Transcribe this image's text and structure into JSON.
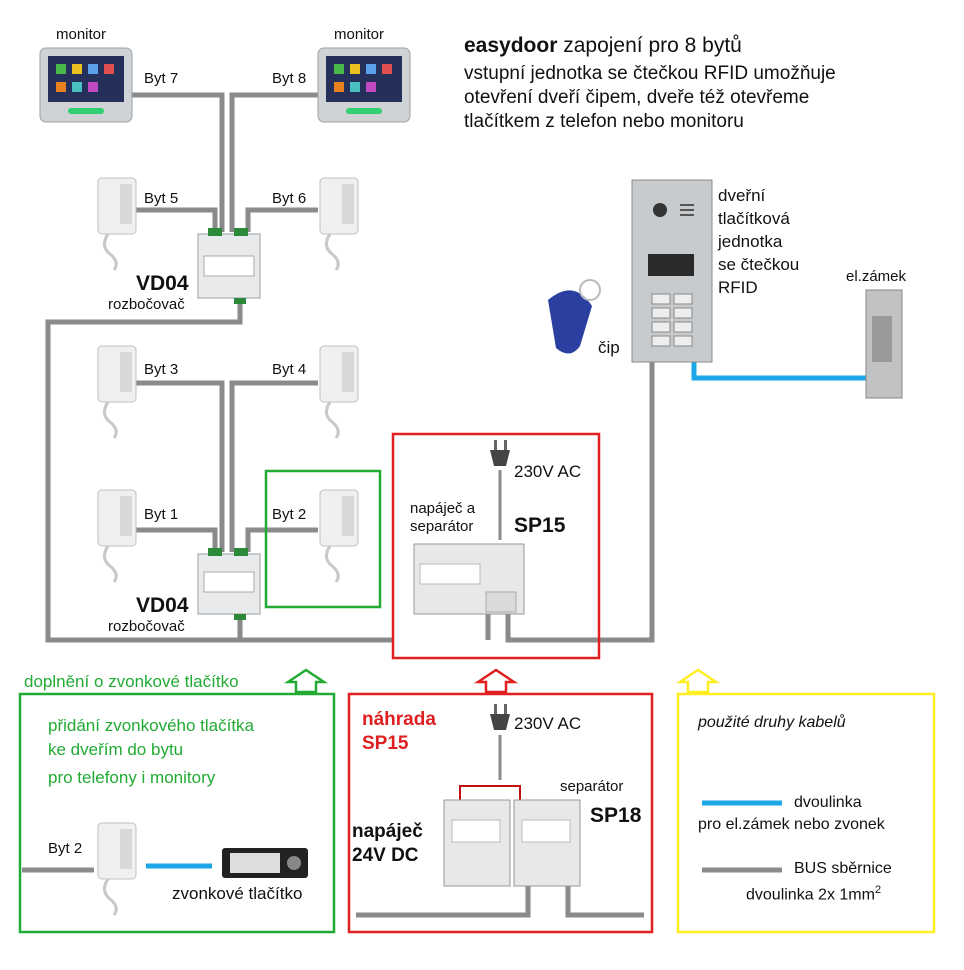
{
  "title": {
    "brand": "easydoor",
    "rest": "zapojení pro 8 bytů",
    "lines": [
      "vstupní jednotka se čtečkou RFID umožňuje",
      "otevření dveří čipem, dveře též otevřeme",
      "tlačítkem z telefon nebo monitoru"
    ]
  },
  "labels": {
    "monitor": "monitor",
    "byt1": "Byt 1",
    "byt2": "Byt 2",
    "byt3": "Byt 3",
    "byt4": "Byt 4",
    "byt5": "Byt 5",
    "byt6": "Byt 6",
    "byt7": "Byt 7",
    "byt8": "Byt 8",
    "vd04": "VD04",
    "rozbocovac": "rozbočovač",
    "door_unit": [
      "dveřní",
      "tlačítková",
      "jednotka",
      "se čtečkou",
      "RFID"
    ],
    "chip": "čip",
    "lock": "el.zámek",
    "ac": "230V AC",
    "psu_sep": [
      "napáječ a",
      "separátor"
    ],
    "sp15": "SP15"
  },
  "green_box": {
    "heading": "doplnění o zvonkové tlačítko",
    "lines": [
      "přidání zvonkového tlačítka",
      "ke dveřím do bytu",
      "pro telefony i monitory"
    ],
    "byt": "Byt 2",
    "button": "zvonkové tlačítko"
  },
  "red_box": {
    "heading": [
      "náhrada",
      "SP15"
    ],
    "ac": "230V AC",
    "separator": "separátor",
    "sp18": "SP18",
    "psu": [
      "napáječ",
      "24V DC"
    ]
  },
  "yellow_box": {
    "heading": "použité druhy kabelů",
    "blue_line": [
      "dvoulinka",
      "pro el.zámek nebo zvonek"
    ],
    "gray_line": [
      "BUS sběrnice",
      "dvoulinka 2x 1mm"
    ],
    "sup": "2"
  },
  "colors": {
    "bus": "#8a8a8a",
    "twin": "#1ea7e8",
    "green": "#22aa33",
    "red": "#e02020",
    "yellow": "#ffee22"
  },
  "icons": [
    "monitor-icon",
    "intercom-phone-icon",
    "splitter-icon",
    "door-station-icon",
    "rfid-tag-icon",
    "electric-lock-icon",
    "power-plug-icon",
    "power-supply-icon",
    "doorbell-button-icon",
    "arrow-up-icon"
  ]
}
